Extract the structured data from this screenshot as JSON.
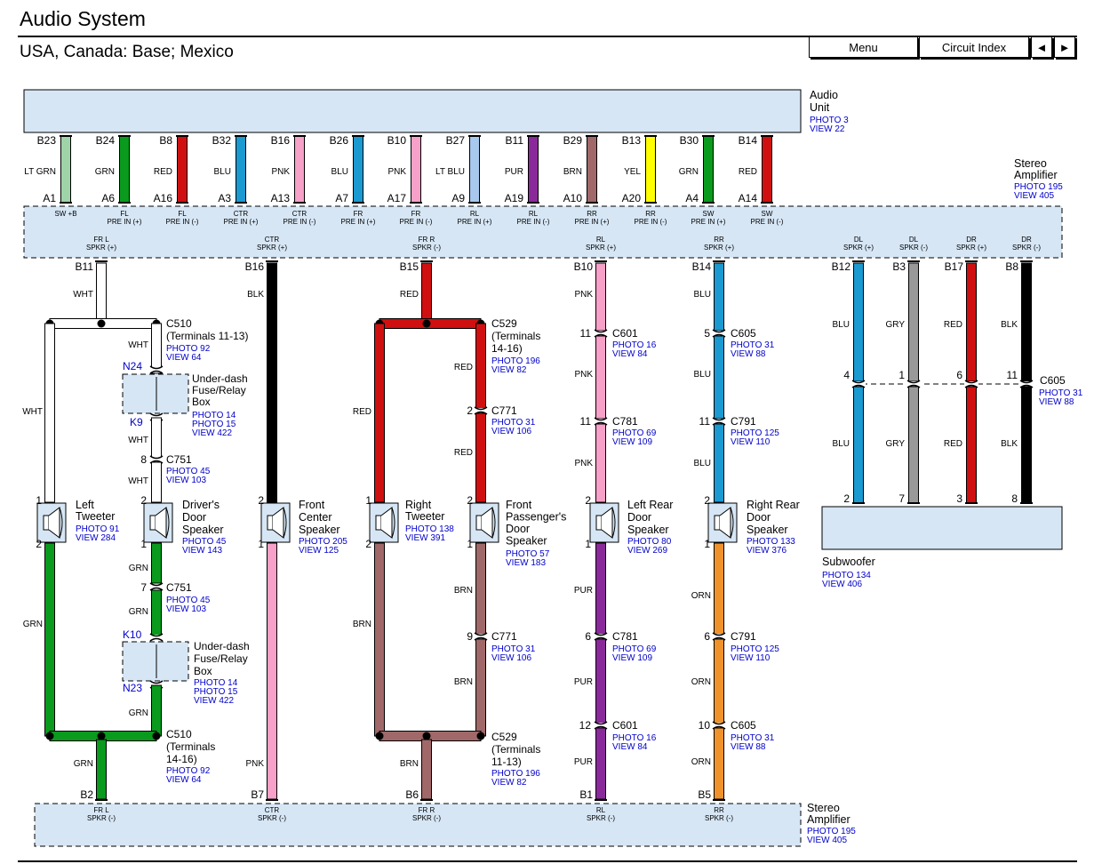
{
  "title": "Audio System",
  "subtitle": "USA, Canada: Base; Mexico",
  "nav": {
    "menu": "Menu",
    "circuit_index": "Circuit Index",
    "prev": "◄",
    "next": "►"
  },
  "colors": {
    "LT GRN": "#9fd4a8",
    "GRN": "#0a9a1e",
    "RED": "#d01010",
    "BLU": "#1a9ad0",
    "PNK": "#f7a0c8",
    "LT BLU": "#a8c8ee",
    "PUR": "#8a2a9a",
    "BRN": "#a06868",
    "YEL": "#ffff00",
    "BLK": "#000000",
    "WHT": "#ffffff",
    "GRY": "#999999",
    "ORN": "#f0922c",
    "box_fill": "#d6e6f5",
    "link": "#0000cc"
  },
  "audio_unit": {
    "name": [
      "Audio",
      "Unit"
    ],
    "photo": "PHOTO 3",
    "view": "VIEW 22"
  },
  "amp_top": {
    "name": [
      "Stereo",
      "Amplifier"
    ],
    "photo": "PHOTO 195",
    "view": "VIEW 405"
  },
  "amp_bottom": {
    "name": [
      "Stereo",
      "Amplifier"
    ],
    "photo": "PHOTO 195",
    "view": "VIEW 405"
  },
  "input_wires": [
    {
      "b": "B23",
      "color": "LT GRN",
      "a": "A1",
      "label": [
        "SW +B"
      ]
    },
    {
      "b": "B24",
      "color": "GRN",
      "a": "A6",
      "label": [
        "FL",
        "PRE IN (+)"
      ]
    },
    {
      "b": "B8",
      "color": "RED",
      "a": "A16",
      "label": [
        "FL",
        "PRE IN (-)"
      ]
    },
    {
      "b": "B32",
      "color": "BLU",
      "a": "A3",
      "label": [
        "CTR",
        "PRE IN (+)"
      ]
    },
    {
      "b": "B16",
      "color": "PNK",
      "a": "A13",
      "label": [
        "CTR",
        "PRE IN (-)"
      ]
    },
    {
      "b": "B26",
      "color": "BLU",
      "a": "A7",
      "label": [
        "FR",
        "PRE IN (+)"
      ]
    },
    {
      "b": "B10",
      "color": "PNK",
      "a": "A17",
      "label": [
        "FR",
        "PRE IN (-)"
      ]
    },
    {
      "b": "B27",
      "color": "LT BLU",
      "a": "A9",
      "label": [
        "RL",
        "PRE IN (+)"
      ]
    },
    {
      "b": "B11",
      "color": "PUR",
      "a": "A19",
      "label": [
        "RL",
        "PRE IN (-)"
      ]
    },
    {
      "b": "B29",
      "color": "BRN",
      "a": "A10",
      "label": [
        "RR",
        "PRE IN (+)"
      ]
    },
    {
      "b": "B13",
      "color": "YEL",
      "a": "A20",
      "label": [
        "RR",
        "PRE IN (-)"
      ]
    },
    {
      "b": "B30",
      "color": "GRN",
      "a": "A4",
      "label": [
        "SW",
        "PRE IN (+)"
      ]
    },
    {
      "b": "B14",
      "color": "RED",
      "a": "A14",
      "label": [
        "SW",
        "PRE IN (-)"
      ]
    }
  ],
  "top_outputs": [
    {
      "label": [
        "FR L",
        "SPKR (+)"
      ],
      "pin": "B11"
    },
    {
      "label": [
        "CTR",
        "SPKR (+)"
      ],
      "pin": "B16"
    },
    {
      "label": [
        "FR R",
        "SPKR (-)"
      ],
      "pin": "B15"
    },
    {
      "label": [
        "RL",
        "SPKR (+)"
      ],
      "pin": "B10"
    },
    {
      "label": [
        "RR",
        "SPKR (+)"
      ],
      "pin": "B14"
    },
    {
      "label": [
        "DL",
        "SPKR (+)"
      ],
      "pin": "B12"
    },
    {
      "label": [
        "DL",
        "SPKR (-)"
      ],
      "pin": "B3"
    },
    {
      "label": [
        "DR",
        "SPKR (+)"
      ],
      "pin": "B17"
    },
    {
      "label": [
        "DR",
        "SPKR (-)"
      ],
      "pin": "B8"
    }
  ],
  "bottom_inputs": [
    {
      "label": [
        "FR L",
        "SPKR (-)"
      ],
      "pin": "B2"
    },
    {
      "label": [
        "CTR",
        "SPKR (-)"
      ],
      "pin": "B7"
    },
    {
      "label": [
        "FR R",
        "SPKR (-)"
      ],
      "pin": "B6"
    },
    {
      "label": [
        "RL",
        "SPKR (-)"
      ],
      "pin": "B1"
    },
    {
      "label": [
        "RR",
        "SPKR (-)"
      ],
      "pin": "B5"
    }
  ],
  "speakers": [
    {
      "name": [
        "Left",
        "Tweeter"
      ],
      "photo": "PHOTO 91",
      "view": "VIEW 284",
      "pin_top": "1",
      "pin_bottom": "2"
    },
    {
      "name": [
        "Driver's",
        "Door",
        "Speaker"
      ],
      "photo": "PHOTO 45",
      "view": "VIEW 143",
      "pin_top": "2",
      "pin_bottom": "1"
    },
    {
      "name": [
        "Front",
        "Center",
        "Speaker"
      ],
      "photo": "PHOTO 205",
      "view": "VIEW 125",
      "pin_top": "2",
      "pin_bottom": "1"
    },
    {
      "name": [
        "Right",
        "Tweeter"
      ],
      "photo": "PHOTO 138",
      "view": "VIEW 391",
      "pin_top": "1",
      "pin_bottom": "2"
    },
    {
      "name": [
        "Front",
        "Passenger's",
        "Door",
        "Speaker"
      ],
      "photo": "PHOTO 57",
      "view": "VIEW 183",
      "pin_top": "2",
      "pin_bottom": "1"
    },
    {
      "name": [
        "Left Rear",
        "Door",
        "Speaker"
      ],
      "photo": "PHOTO 80",
      "view": "VIEW 269",
      "pin_top": "2",
      "pin_bottom": "1"
    },
    {
      "name": [
        "Right Rear",
        "Door",
        "Speaker"
      ],
      "photo": "PHOTO 133",
      "view": "VIEW 376",
      "pin_top": "2",
      "pin_bottom": "1"
    }
  ],
  "fuse_boxes": [
    {
      "name": [
        "Under-dash",
        "Fuse/Relay",
        "Box"
      ],
      "pin_top": "N24",
      "pin_bottom": "K9",
      "photos": [
        "PHOTO 14",
        "PHOTO 15"
      ],
      "view": "VIEW 422"
    },
    {
      "name": [
        "Under-dash",
        "Fuse/Relay",
        "Box"
      ],
      "pin_top": "K10",
      "pin_bottom": "N23",
      "photos": [
        "PHOTO 14",
        "PHOTO 15"
      ],
      "view": "VIEW 422"
    }
  ],
  "subwoofer": {
    "name": "Subwoofer",
    "photo": "PHOTO 134",
    "view": "VIEW 406",
    "pins": [
      "2",
      "7",
      "3",
      "8"
    ]
  },
  "connectors": {
    "c510_top": {
      "name": "C510",
      "sub": [
        "(Terminals 11-13)"
      ],
      "photo": "PHOTO 92",
      "view": "VIEW 64"
    },
    "c510_bot": {
      "name": "C510",
      "sub": [
        "(Terminals",
        "14-16)"
      ],
      "photo": "PHOTO 92",
      "view": "VIEW 64"
    },
    "c751_top": {
      "name": "C751",
      "pin": "8",
      "photo": "PHOTO 45",
      "view": "VIEW 103"
    },
    "c751_bot": {
      "name": "C751",
      "pin": "7",
      "photo": "PHOTO 45",
      "view": "VIEW 103"
    },
    "c529_top": {
      "name": "C529",
      "sub": [
        "(Terminals",
        "14-16)"
      ],
      "photo": "PHOTO 196",
      "view": "VIEW 82"
    },
    "c529_bot": {
      "name": "C529",
      "sub": [
        "(Terminals",
        "11-13)"
      ],
      "photo": "PHOTO 196",
      "view": "VIEW 82"
    },
    "c771_top": {
      "name": "C771",
      "pin": "2",
      "photo": "PHOTO 31",
      "view": "VIEW 106"
    },
    "c771_bot": {
      "name": "C771",
      "pin": "9",
      "photo": "PHOTO 31",
      "view": "VIEW 106"
    },
    "c601_top": {
      "name": "C601",
      "pin": "11",
      "photo": "PHOTO 16",
      "view": "VIEW 84"
    },
    "c781_top": {
      "name": "C781",
      "pin": "11",
      "photo": "PHOTO 69",
      "view": "VIEW 109"
    },
    "c781_bot": {
      "name": "C781",
      "pin": "6",
      "photo": "PHOTO 69",
      "view": "VIEW 109"
    },
    "c601_bot": {
      "name": "C601",
      "pin": "12",
      "photo": "PHOTO 16",
      "view": "VIEW 84"
    },
    "c605_top": {
      "name": "C605",
      "pin": "5",
      "photo": "PHOTO 31",
      "view": "VIEW 88"
    },
    "c791_top": {
      "name": "C791",
      "pin": "11",
      "photo": "PHOTO 125",
      "view": "VIEW 110"
    },
    "c791_bot": {
      "name": "C791",
      "pin": "6",
      "photo": "PHOTO 125",
      "view": "VIEW 110"
    },
    "c605_bot": {
      "name": "C605",
      "pin": "10",
      "photo": "PHOTO 31",
      "view": "VIEW 88"
    },
    "c605_sub": {
      "name": "C605",
      "pins": [
        "4",
        "1",
        "6",
        "11"
      ],
      "photo": "PHOTO 31",
      "view": "VIEW 88"
    }
  },
  "wire_labels": {
    "wht": "WHT",
    "grn": "GRN",
    "blk": "BLK",
    "pnk": "PNK",
    "red": "RED",
    "brn": "BRN",
    "blu": "BLU",
    "pur": "PUR",
    "orn": "ORN",
    "gry": "GRY"
  }
}
